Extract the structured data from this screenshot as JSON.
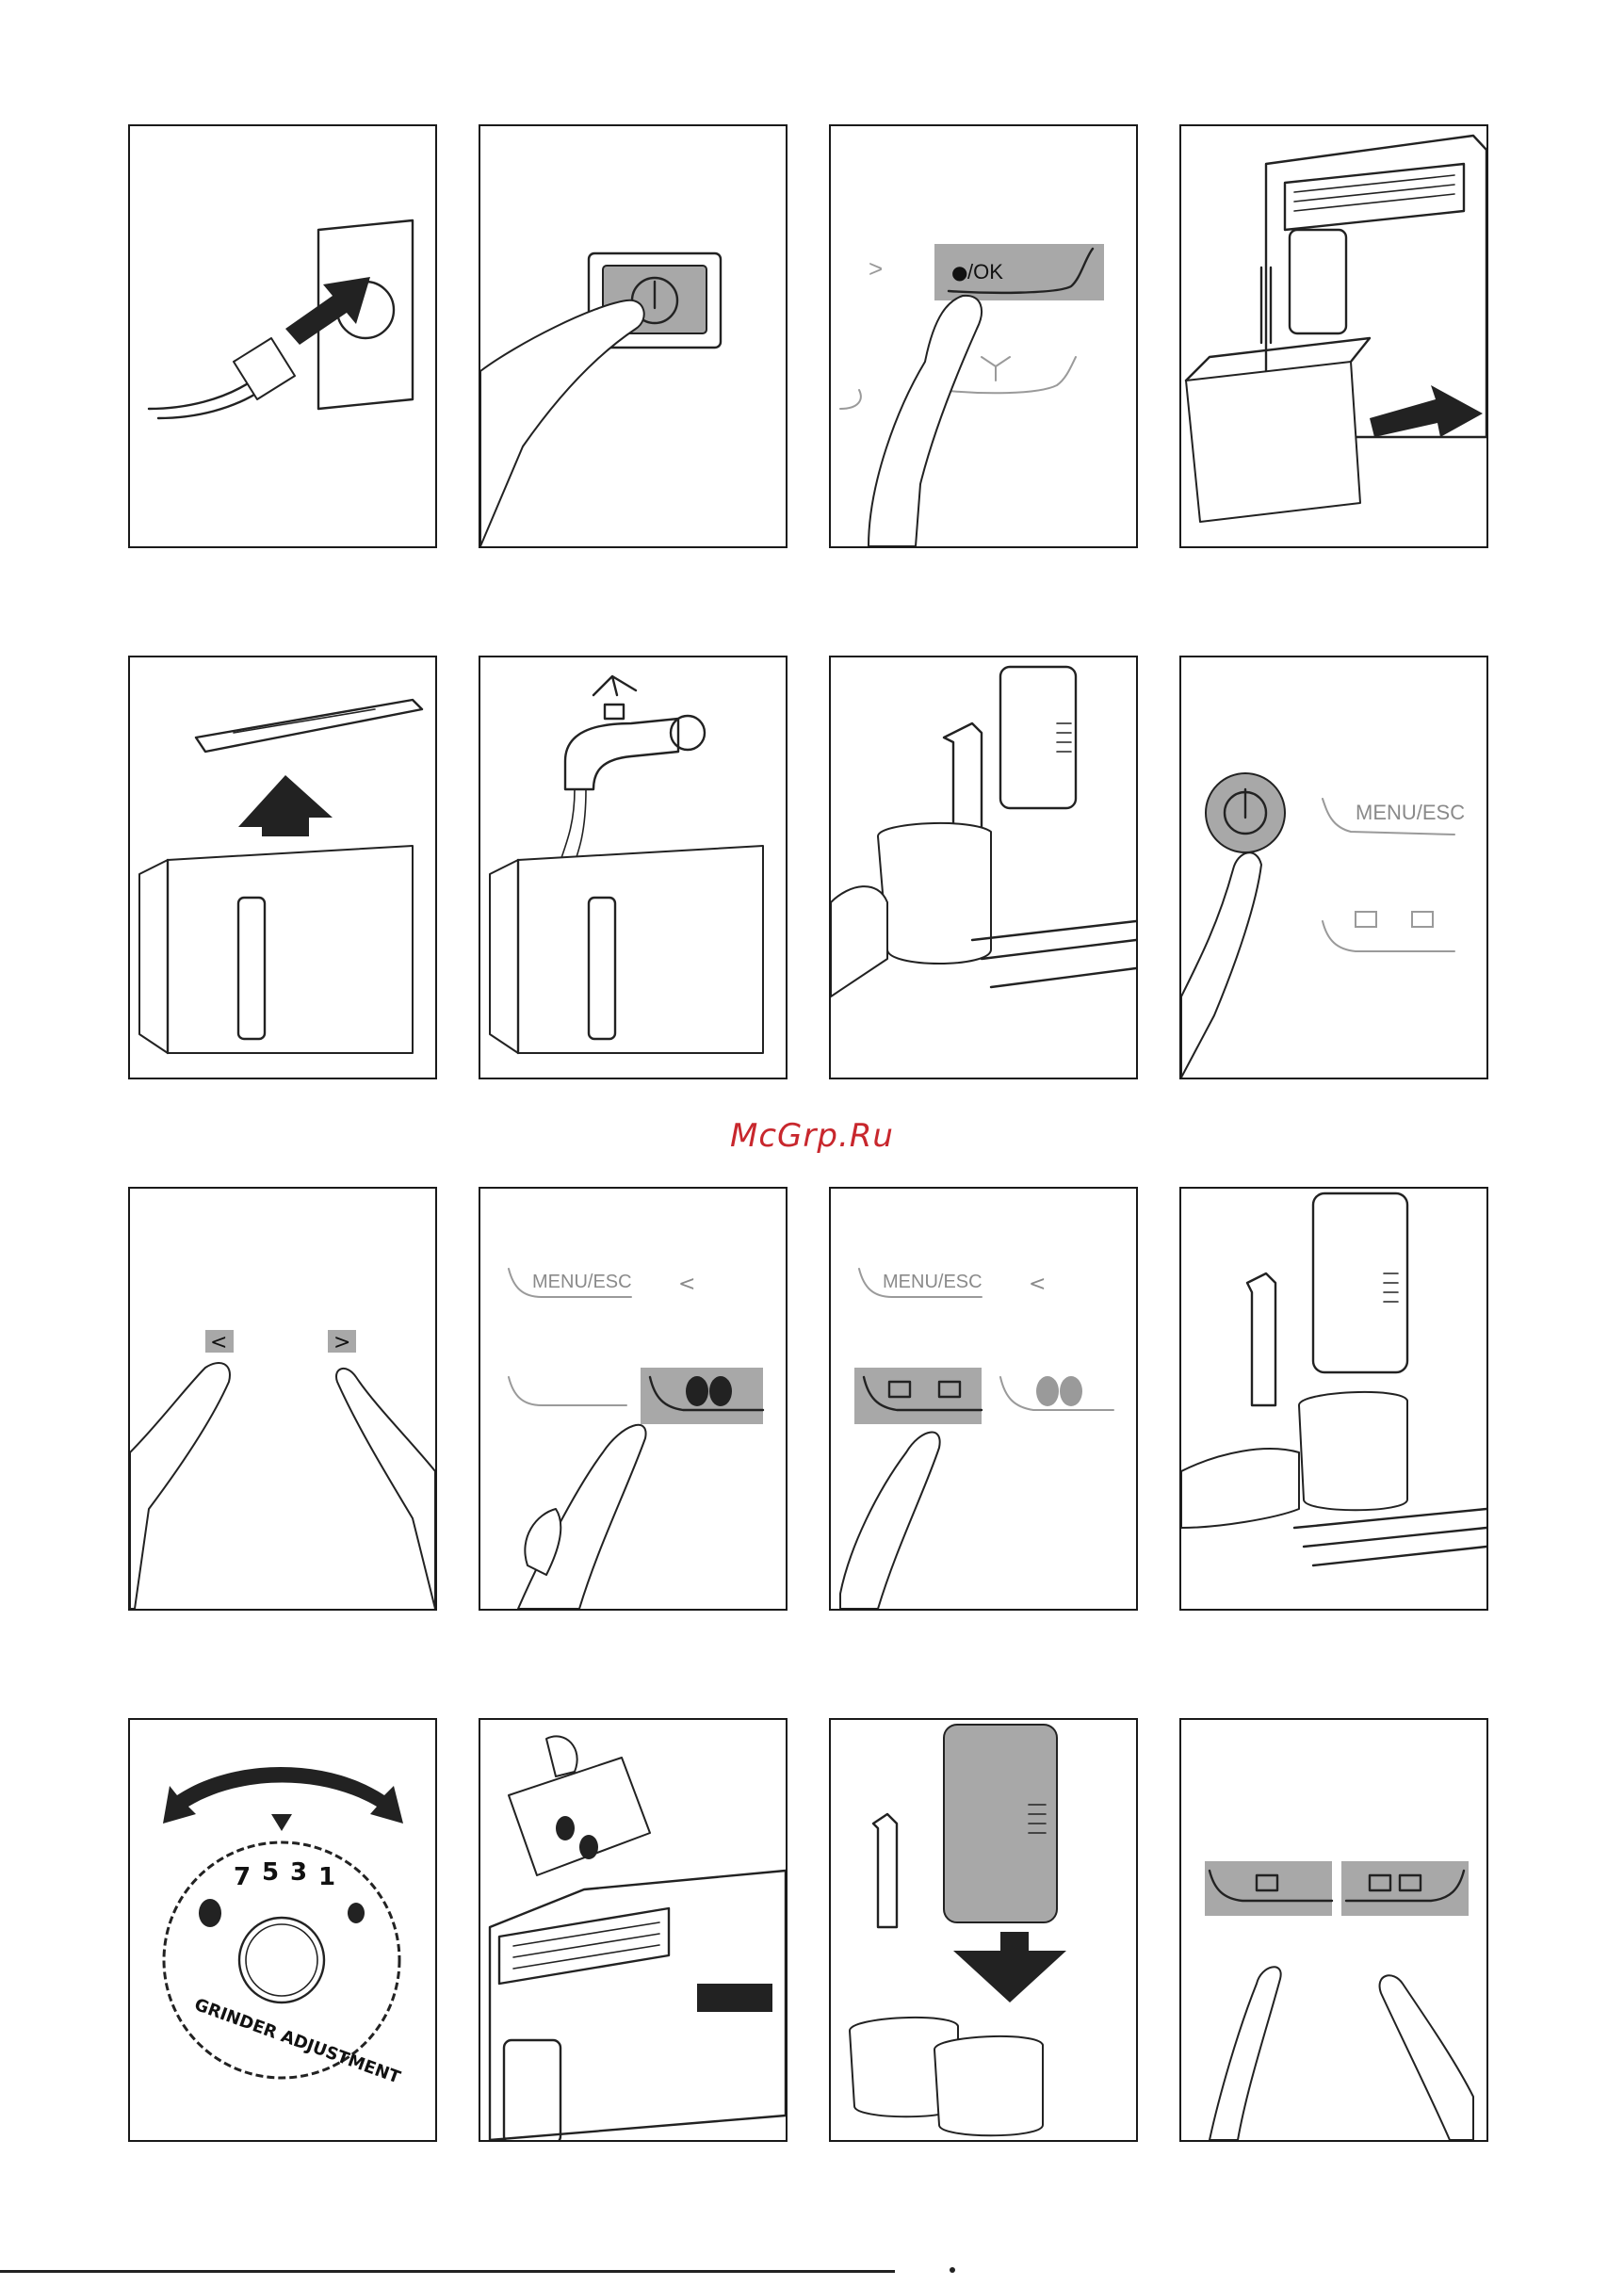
{
  "watermark": "McGrp.Ru",
  "labels": {
    "ok": "/OK",
    "menu_esc": "MENU/ESC",
    "arrow_left": "<",
    "arrow_right": ">",
    "grinder_numbers": [
      "7",
      "5",
      "3",
      "1"
    ],
    "grinder_caption": "GRINDER ADJUSTMENT"
  },
  "colors": {
    "outline": "#1a1a1a",
    "highlight": "#a8a8a8",
    "faded": "#9a9a9a",
    "watermark": "#c8272d"
  }
}
